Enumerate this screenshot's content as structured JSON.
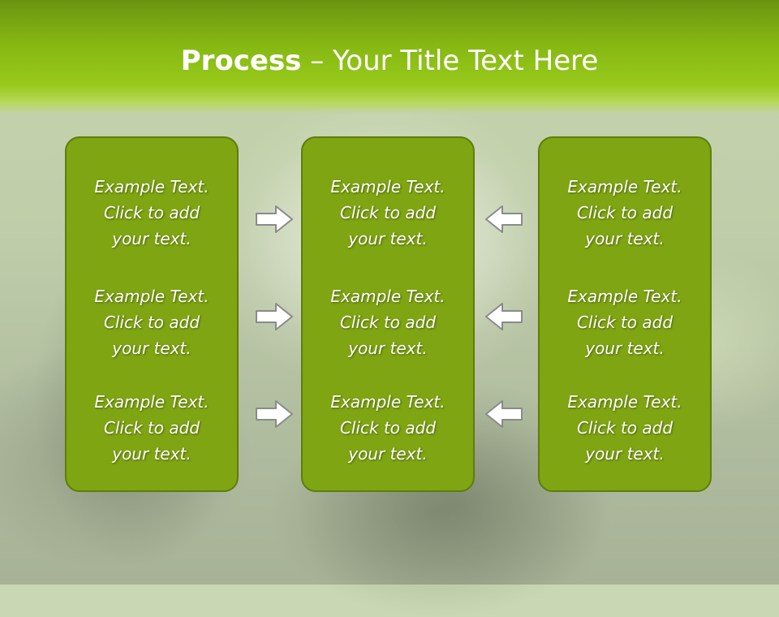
{
  "slide": {
    "title_bold": "Process",
    "title_rest": " – Your Title Text Here"
  },
  "columns": [
    {
      "cells": [
        {
          "line1": "Example Text.",
          "line2": "Click  to add",
          "line3": "your text."
        },
        {
          "line1": "Example Text.",
          "line2": "Click  to add",
          "line3": "your text."
        },
        {
          "line1": "Example Text.",
          "line2": "Click  to add",
          "line3": "your text."
        }
      ]
    },
    {
      "cells": [
        {
          "line1": "Example Text.",
          "line2": "Click  to add",
          "line3": "your text."
        },
        {
          "line1": "Example Text.",
          "line2": "Click  to add",
          "line3": "your text."
        },
        {
          "line1": "Example Text.",
          "line2": "Click  to add",
          "line3": "your text."
        }
      ]
    },
    {
      "cells": [
        {
          "line1": "Example Text.",
          "line2": "Click  to add",
          "line3": "your text."
        },
        {
          "line1": "Example Text.",
          "line2": "Click  to add",
          "line3": "your text."
        },
        {
          "line1": "Example Text.",
          "line2": "Click  to add",
          "line3": "your text."
        }
      ]
    }
  ],
  "arrows": {
    "left_group": "right-arrow-icon",
    "right_group": "left-arrow-icon"
  },
  "colors": {
    "header": "#86b813",
    "box_fill": "#7fa512",
    "box_border": "#5d7d0c",
    "arrow_fill": "#ffffff",
    "arrow_stroke": "#8a8a8a"
  }
}
